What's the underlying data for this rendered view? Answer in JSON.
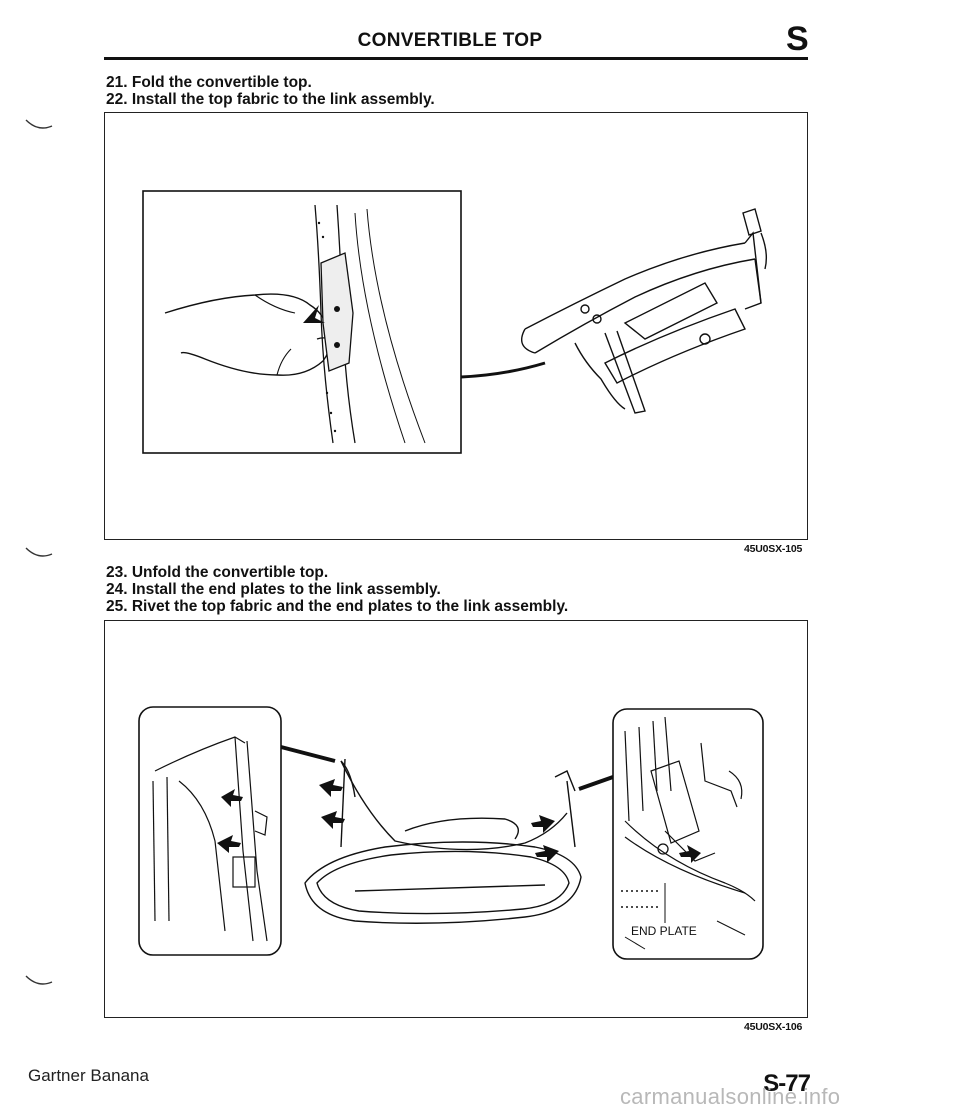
{
  "header": {
    "title": "CONVERTIBLE TOP",
    "section_letter": "S"
  },
  "steps_group_1": [
    "21. Fold the convertible top.",
    "22. Install the top fabric to the link assembly."
  ],
  "figure_1": {
    "code": "45U0SX-105"
  },
  "steps_group_2": [
    "23. Unfold the convertible top.",
    "24. Install the end plates to the link assembly.",
    "25. Rivet the top fabric and the end plates to the link assembly."
  ],
  "figure_2": {
    "code": "45U0SX-106",
    "callout_label": "END PLATE"
  },
  "footer": {
    "credit": "Gartner Banana",
    "page_number": "S-77",
    "watermark": "carmanualsonline.info"
  }
}
